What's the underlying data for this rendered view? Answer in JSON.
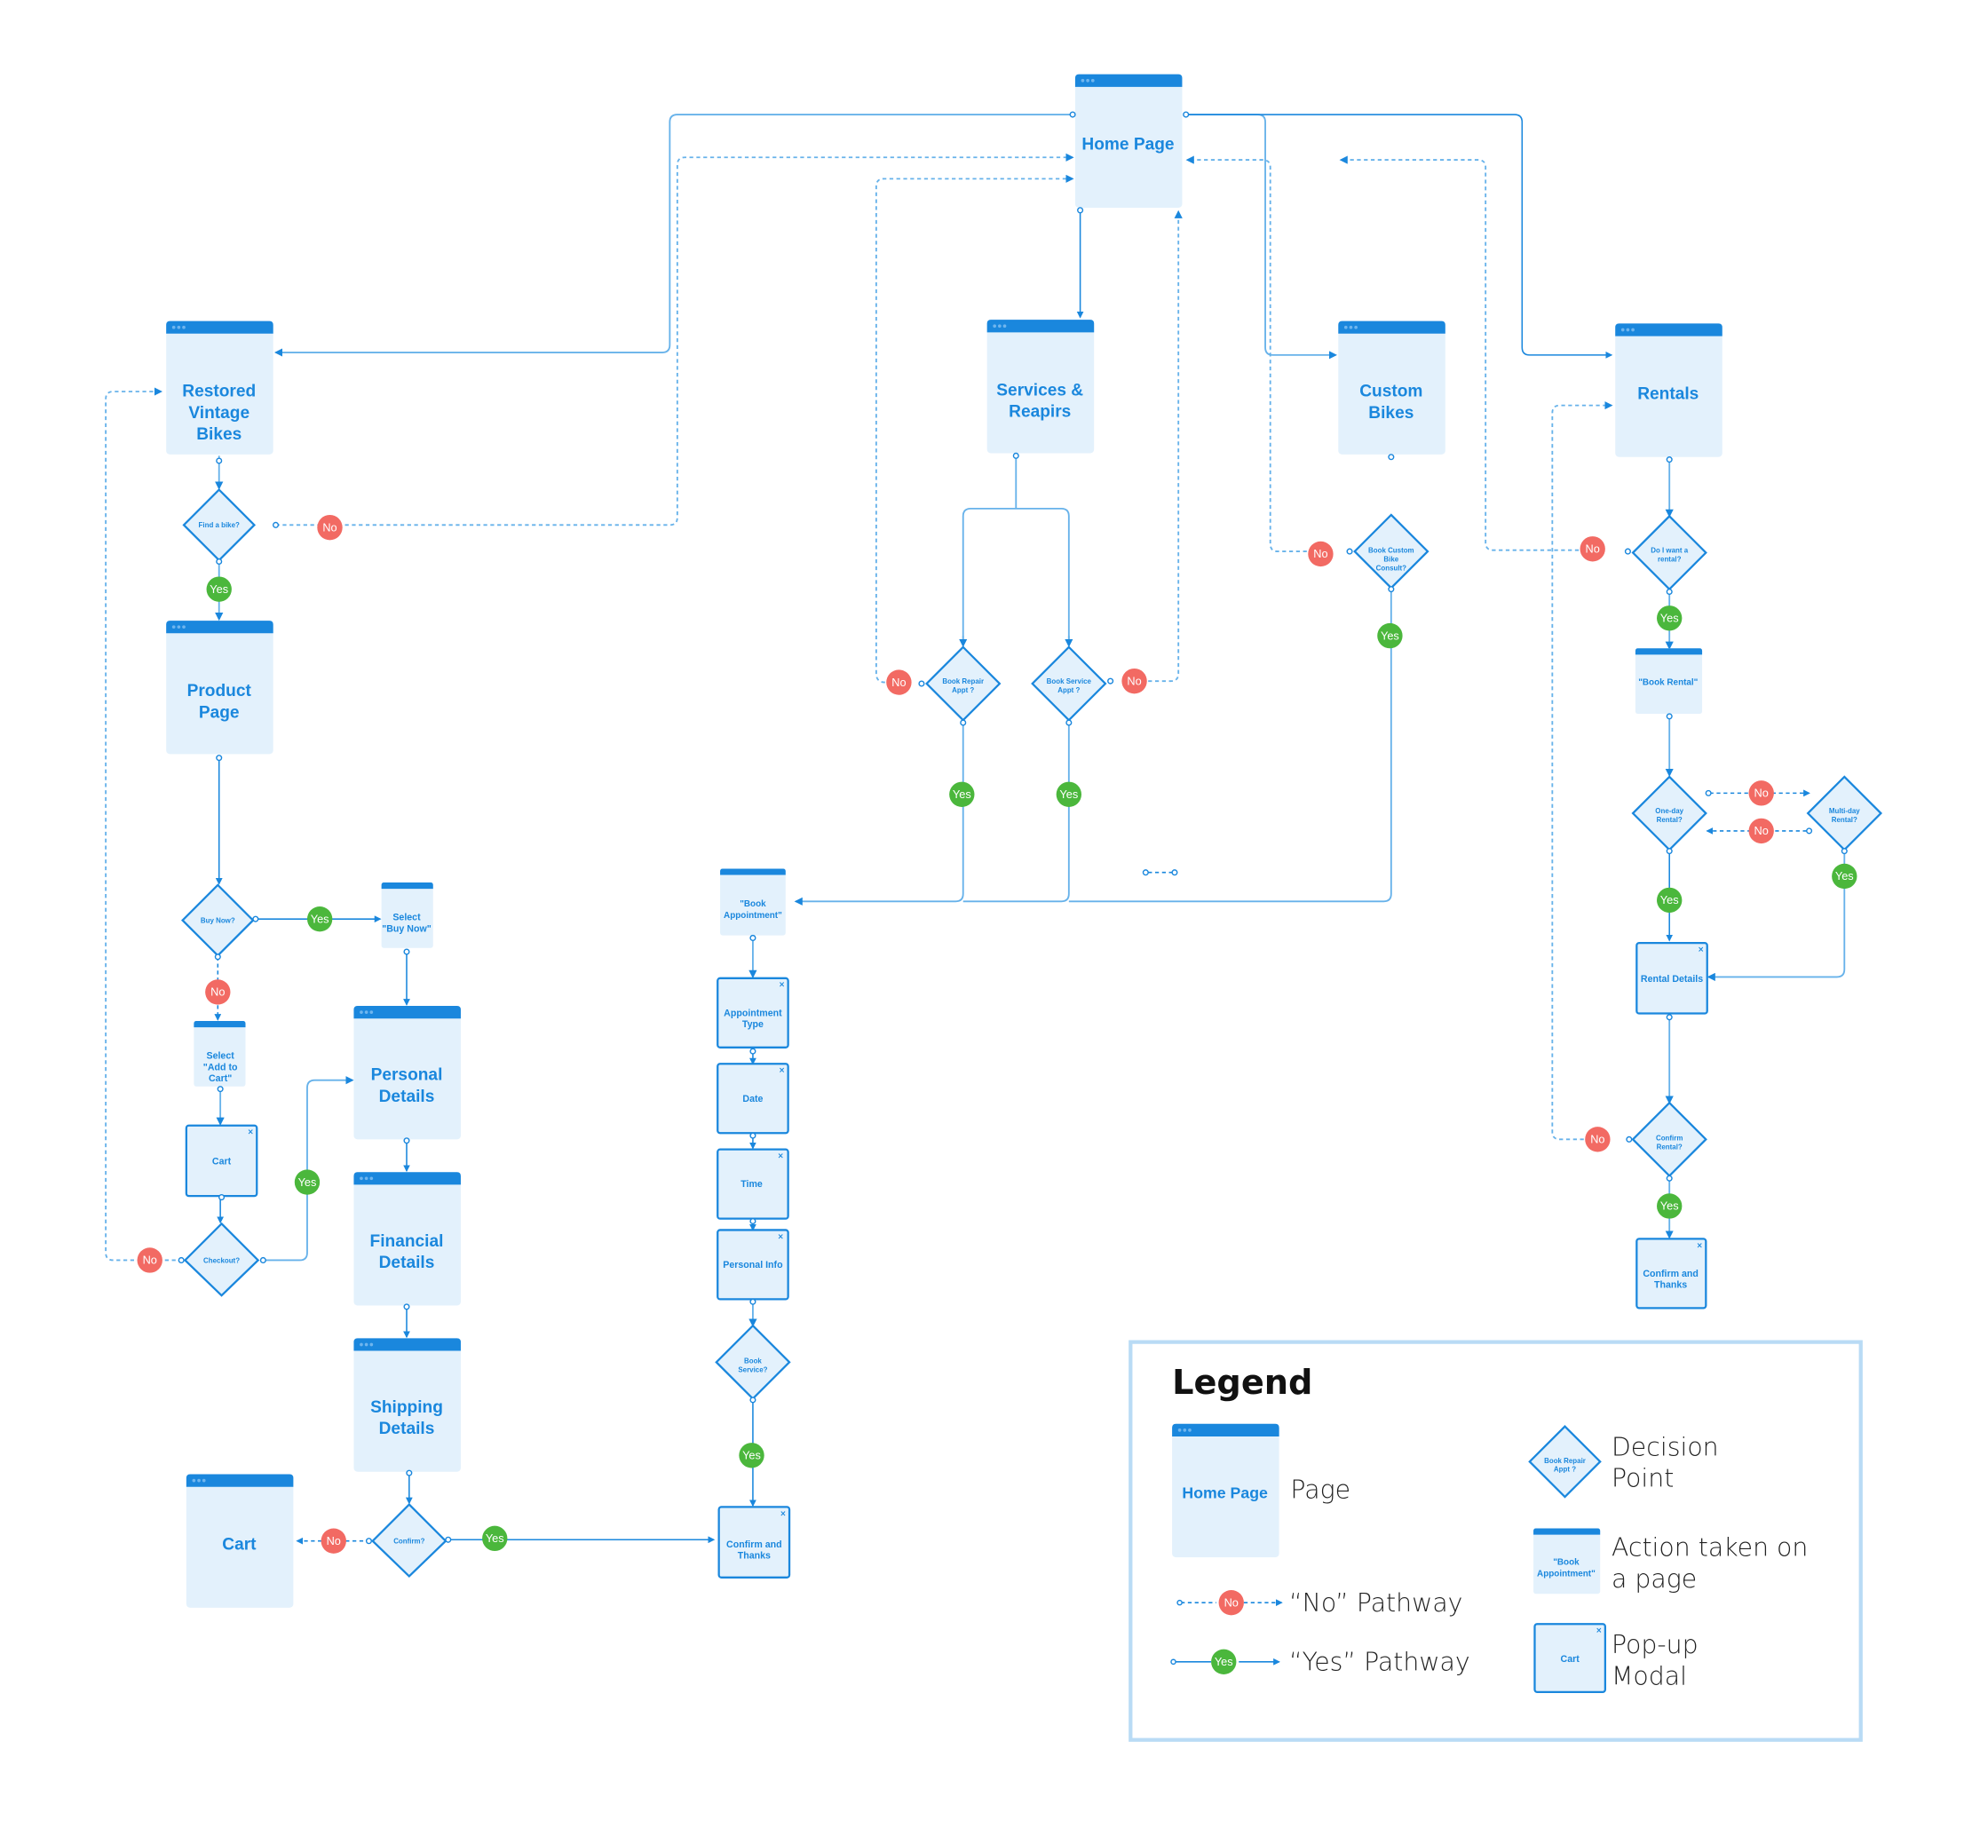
{
  "diagram": {
    "colors": {
      "accent": "#1a87dd",
      "page_fill": "#e3f1fc",
      "line": "#67b2ea",
      "no_badge": "#f26a63",
      "yes_badge": "#4bb73c",
      "legend_border": "#b9dbf5"
    },
    "badges": {
      "no": "No",
      "yes": "Yes"
    },
    "pages": {
      "home": "Home Page",
      "restored_1": "Restored",
      "restored_2": "Vintage",
      "restored_3": "Bikes",
      "product_1": "Product",
      "product_2": "Page",
      "services_1": "Services &",
      "services_2": "Reapirs",
      "custom_1": "Custom",
      "custom_2": "Bikes",
      "rentals": "Rentals",
      "personal_1": "Personal",
      "personal_2": "Details",
      "financial_1": "Financial",
      "financial_2": "Details",
      "shipping_1": "Shipping",
      "shipping_2": "Details",
      "cart_page": "Cart"
    },
    "actions": {
      "buy_now_1": "Select",
      "buy_now_2": "\"Buy Now\"",
      "add_cart_1": "Select",
      "add_cart_2": "\"Add to",
      "add_cart_3": "Cart\"",
      "book_appt_1": "\"Book",
      "book_appt_2": "Appointment\"",
      "book_rental": "\"Book Rental\""
    },
    "decisions": {
      "find_bike": "Find a bike?",
      "buy_now": "Buy Now?",
      "checkout": "Checkout?",
      "confirm": "Confirm?",
      "book_repair_1": "Book Repair",
      "book_repair_2": "Appt ?",
      "book_service_1": "Book Service",
      "book_service_2": "Appt ?",
      "custom_consult_1": "Book Custom",
      "custom_consult_2": "Bike",
      "custom_consult_3": "Consult?",
      "want_rental_1": "Do I want a",
      "want_rental_2": "rental?",
      "one_day_1": "One-day",
      "one_day_2": "Rental?",
      "multi_day_1": "Multi-day",
      "multi_day_2": "Rental?",
      "confirm_rental_1": "Confirm",
      "confirm_rental_2": "Rental?",
      "book_service_q_1": "Book",
      "book_service_q_2": "Service?"
    },
    "modals": {
      "close_glyph": "×",
      "cart": "Cart",
      "appt_type_1": "Appointment",
      "appt_type_2": "Type",
      "date": "Date",
      "time": "Time",
      "personal_info": "Personal Info",
      "confirm_thanks_1": "Confirm and",
      "confirm_thanks_2": "Thanks",
      "rental_details": "Rental Details"
    },
    "legend": {
      "title": "Legend",
      "page_sample": "Home Page",
      "page_desc": "Page",
      "decision_sample_1": "Book Repair",
      "decision_sample_2": "Appt ?",
      "decision_desc_1": "Decision",
      "decision_desc_2": "Point",
      "action_sample_1": "\"Book",
      "action_sample_2": "Appointment\"",
      "action_desc_1": "Action taken on",
      "action_desc_2": "a page",
      "modal_sample": "Cart",
      "modal_desc_1": "Pop-up",
      "modal_desc_2": "Modal",
      "no_desc": "“No” Pathway",
      "yes_desc": "“Yes” Pathway"
    }
  }
}
